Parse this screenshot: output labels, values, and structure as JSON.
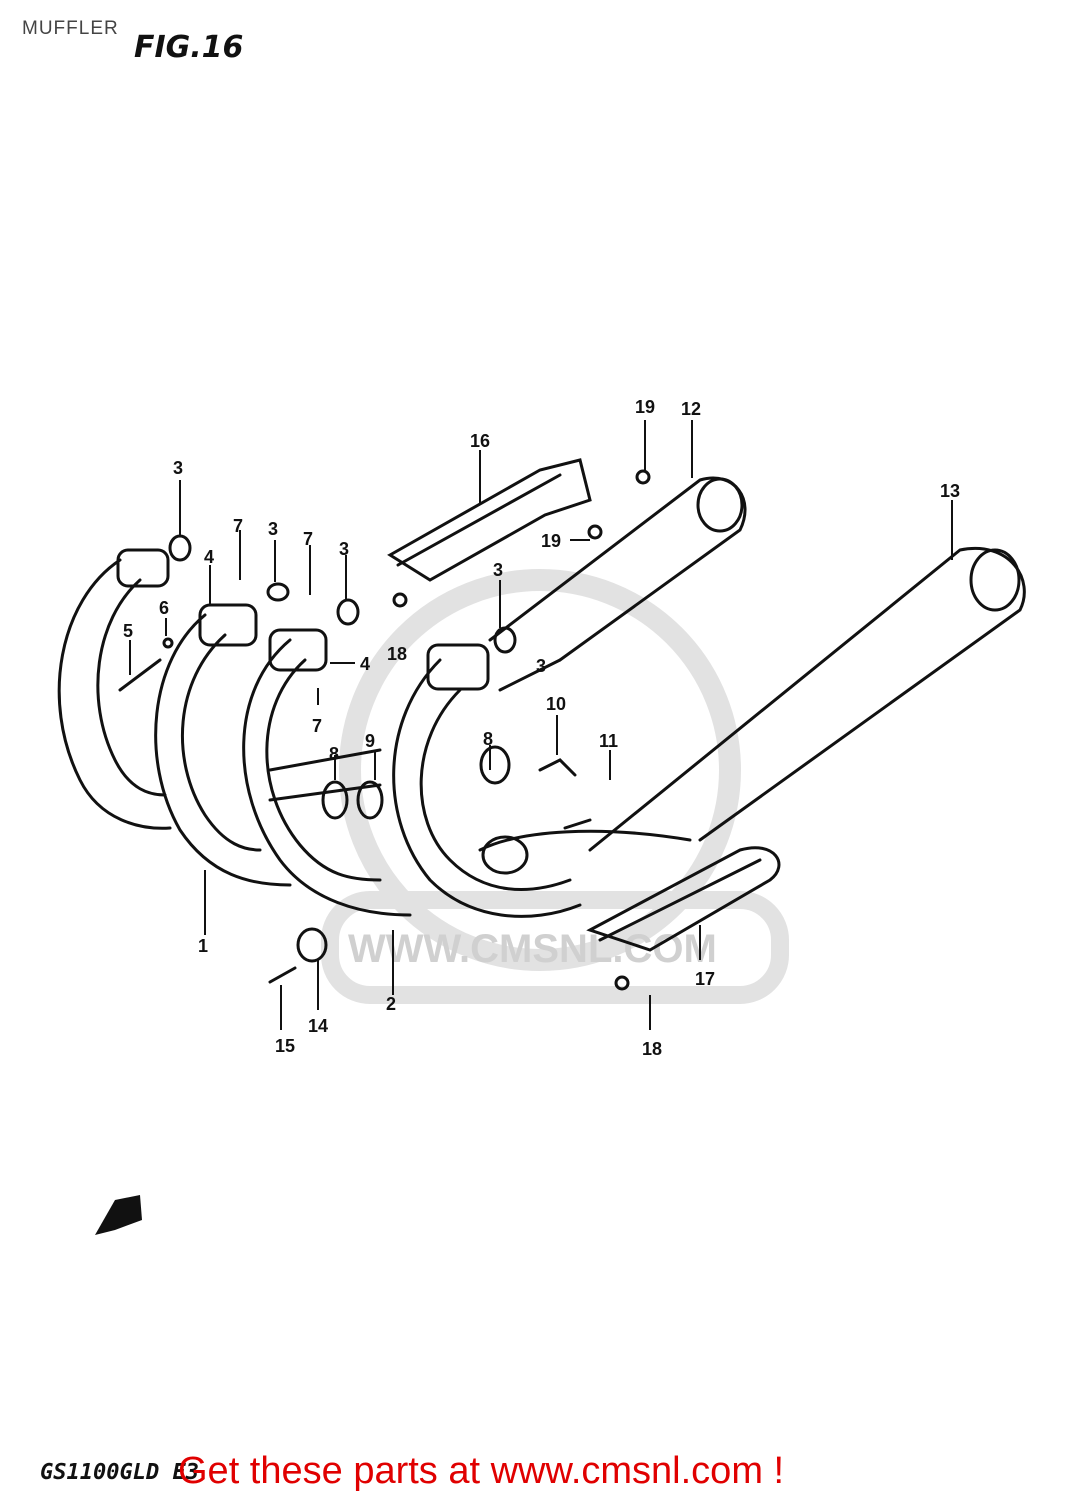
{
  "title": "MUFFLER",
  "figure": "FIG.16",
  "model_code": "GS1100GLD E3",
  "watermark": "WWW.CMSNL.COM",
  "cta": "Get these parts at www.cmsnl.com !",
  "parts": [
    {
      "num": "1"
    },
    {
      "num": "2"
    },
    {
      "num": "3"
    },
    {
      "num": "3"
    },
    {
      "num": "3"
    },
    {
      "num": "3"
    },
    {
      "num": "3"
    },
    {
      "num": "4"
    },
    {
      "num": "4"
    },
    {
      "num": "5"
    },
    {
      "num": "6"
    },
    {
      "num": "7"
    },
    {
      "num": "7"
    },
    {
      "num": "7"
    },
    {
      "num": "8"
    },
    {
      "num": "8"
    },
    {
      "num": "9"
    },
    {
      "num": "10"
    },
    {
      "num": "11"
    },
    {
      "num": "12"
    },
    {
      "num": "13"
    },
    {
      "num": "14"
    },
    {
      "num": "15"
    },
    {
      "num": "16"
    },
    {
      "num": "17"
    },
    {
      "num": "18"
    },
    {
      "num": "18"
    },
    {
      "num": "19"
    },
    {
      "num": "19"
    }
  ]
}
